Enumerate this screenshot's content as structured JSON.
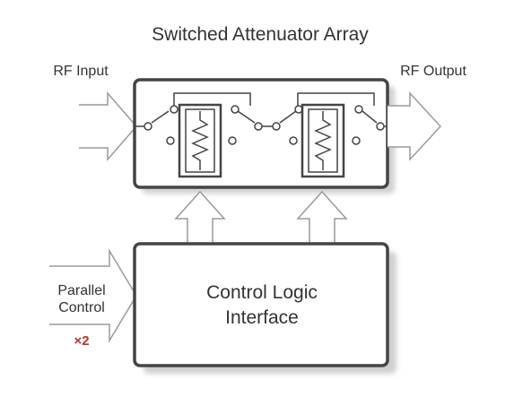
{
  "title": "Switched Attenuator Array",
  "inputs": {
    "rf_input": "RF Input",
    "rf_output": "RF Output",
    "parallel_control_line1": "Parallel",
    "parallel_control_line2": "Control",
    "multiplier": "×2"
  },
  "blocks": {
    "control_line1": "Control Logic",
    "control_line2": "Interface"
  },
  "colors": {
    "box_stroke": "#444444",
    "arrow_stroke": "#9a9a9a",
    "shadow": "#d6d6d6",
    "text": "#333333",
    "multiplier_text": "#c0302a"
  }
}
